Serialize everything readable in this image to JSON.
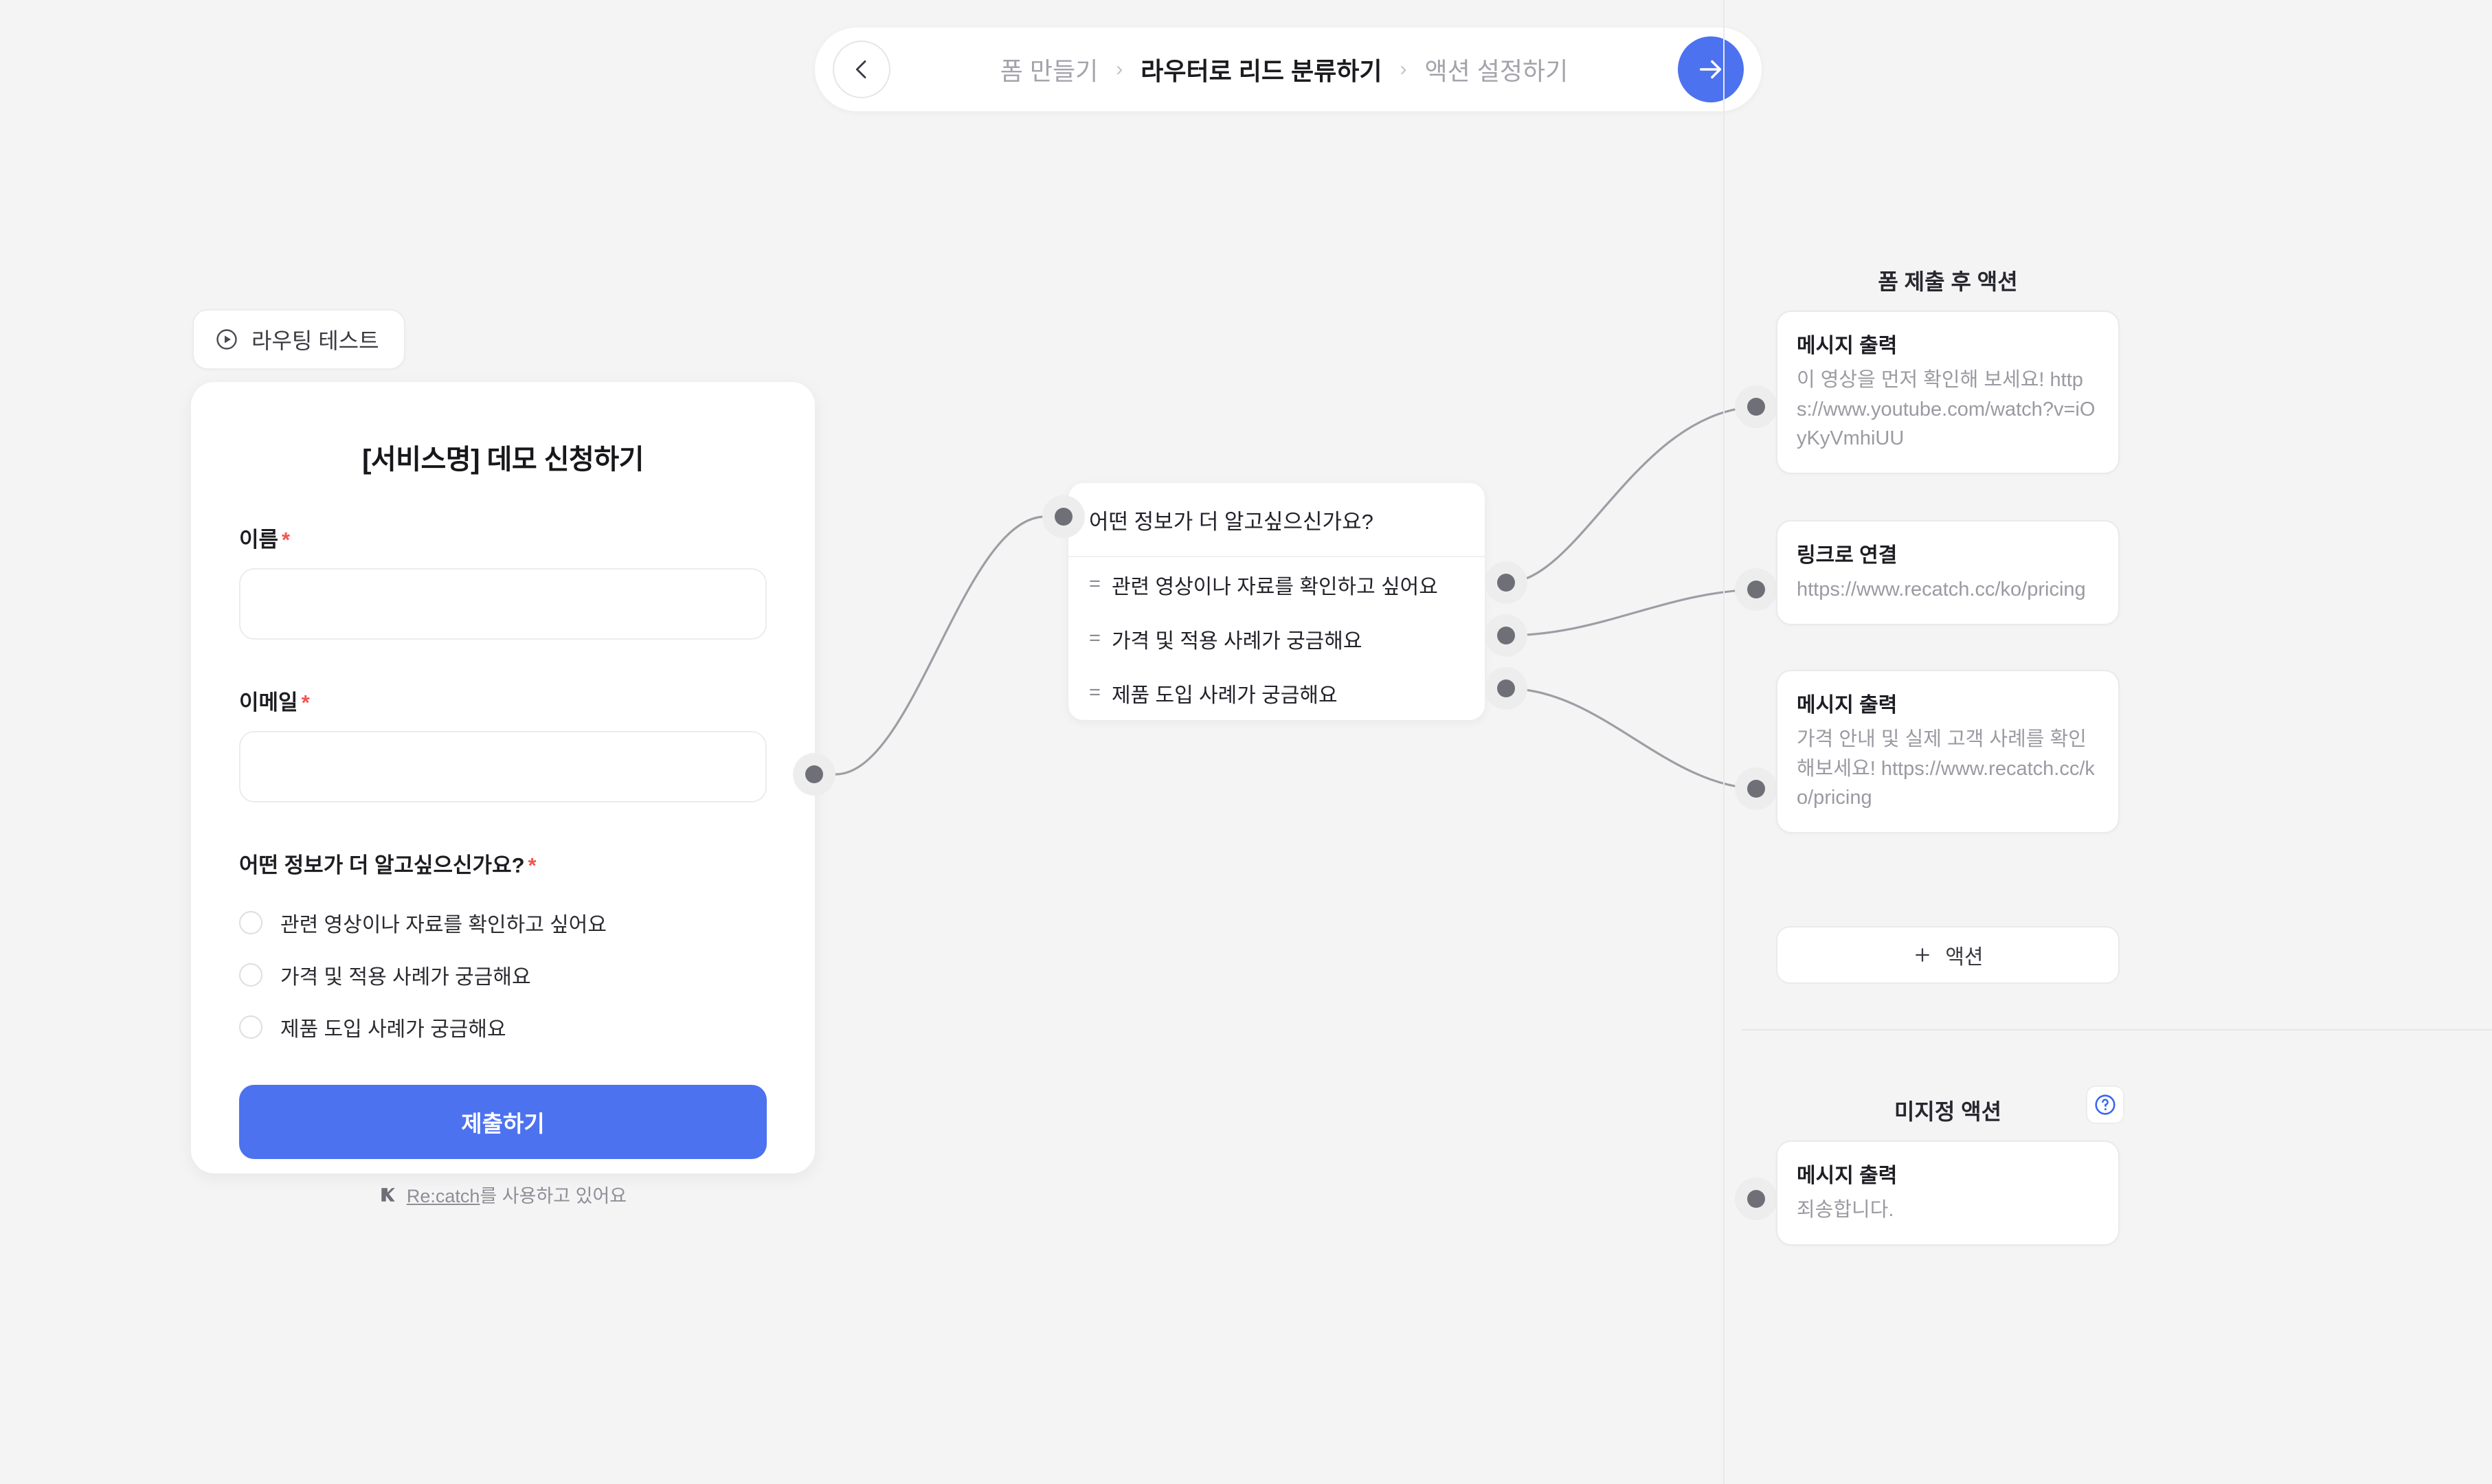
{
  "header": {
    "back_icon": "arrow-left-icon",
    "next_icon": "arrow-right-icon",
    "crumbs": [
      {
        "label": "폼 만들기",
        "active": false
      },
      {
        "label": "라우터로 리드 분류하기",
        "active": true
      },
      {
        "label": "액션 설정하기",
        "active": false
      }
    ],
    "separator": "›",
    "accent_color": "#4d72ef"
  },
  "routing_test": {
    "label": "라우팅 테스트",
    "icon": "play-circle-icon"
  },
  "form": {
    "title": "[서비스명] 데모 신청하기",
    "required_mark": "*",
    "fields": [
      {
        "label": "이름",
        "required": true,
        "value": "",
        "placeholder": ""
      },
      {
        "label": "이메일",
        "required": true,
        "value": "",
        "placeholder": ""
      }
    ],
    "question": {
      "label": "어떤 정보가 더 알고싶으신가요?",
      "required": true
    },
    "options": [
      "관련 영상이나 자료를 확인하고 싶어요",
      "가격 및 적용 사례가 궁금해요",
      "제품 도입 사례가 궁금해요"
    ],
    "submit_label": "제출하기",
    "powered_by": {
      "brand": "Re:catch",
      "suffix": "를 사용하고 있어요",
      "icon": "recatch-logo-icon"
    }
  },
  "router": {
    "question": "어떤 정보가 더 알고싶으신가요?",
    "operator": "=",
    "branches": [
      "관련 영상이나 자료를 확인하고 싶어요",
      "가격 및 적용 사례가 궁금해요",
      "제품 도입 사례가 궁금해요"
    ]
  },
  "panel": {
    "post_submit_title": "폼 제출 후 액션",
    "unassigned_title": "미지정 액션",
    "help_icon": "question-circle-icon",
    "add_action": {
      "label": "액션",
      "icon": "plus-icon"
    },
    "post_submit_actions": [
      {
        "title": "메시지 출력",
        "body": "이 영상을 먼저 확인해 보세요! https://www.youtube.com/watch?v=iOyKyVmhiUU"
      },
      {
        "title": "링크로 연결",
        "body": "https://www.recatch.cc/ko/pricing"
      },
      {
        "title": "메시지 출력",
        "body": "가격 안내 및 실제 고객 사례를 확인해보세요! https://www.recatch.cc/ko/pricing"
      }
    ],
    "unassigned_actions": [
      {
        "title": "메시지 출력",
        "body": "죄송합니다."
      }
    ]
  }
}
